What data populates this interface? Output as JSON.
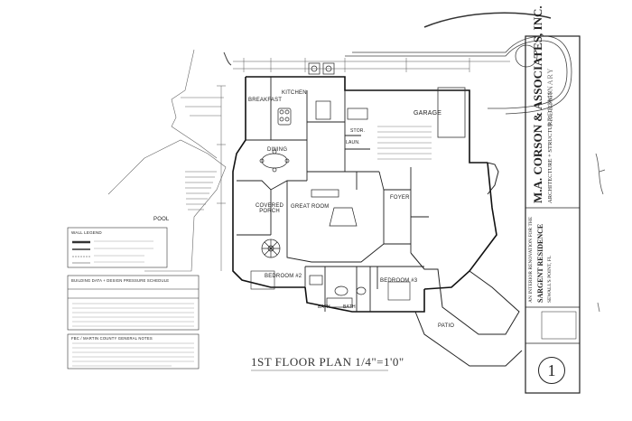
{
  "drawing": {
    "title": "1ST FLOOR PLAN  1/4\"=1'0\"",
    "sheet_number": "1",
    "rooms": {
      "breakfast": "BREAKFAST",
      "kitchen": "KITCHEN",
      "dining": "DINING",
      "garage": "GARAGE",
      "covered_porch": "COVERED\nPORCH",
      "great_room": "GREAT ROOM",
      "foyer": "FOYER",
      "bedroom_left": "BEDROOM #2",
      "bedroom_right": "BEDROOM #3",
      "bath_left": "BATH",
      "bath_right": "BATH",
      "patio": "PATIO",
      "pool": "POOL",
      "laundry": "LAUN.",
      "storage": "STOR."
    },
    "legend": {
      "title": "WALL LEGEND"
    },
    "notes": {
      "schedule_title": "BUILDING DATA + DESIGN PRESSURE SCHEDULE",
      "county_title": "FBC / MARTIN COUNTY GENERAL NOTES"
    },
    "title_block": {
      "firm": "M.A. CORSON & ASSOCIATES, INC.",
      "services": "ARCHITECTURE + STRUCTURAL DESIGN",
      "project_line1": "AN INTERIOR RENOVATION FOR THE",
      "project_line2": "SARGENT RESIDENCE",
      "location": "SEWALL'S POINT, FL",
      "stamp": "PRELIMINARY"
    }
  }
}
